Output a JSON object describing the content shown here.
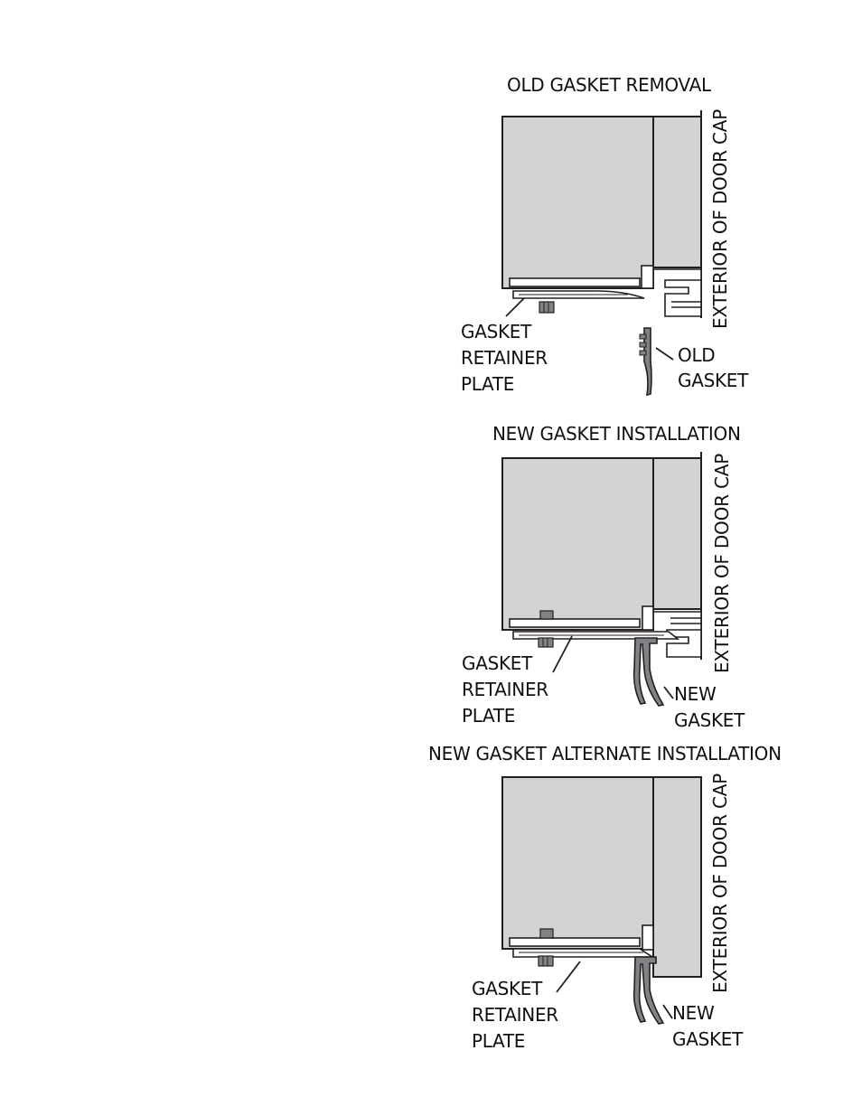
{
  "panels": [
    {
      "title": "OLD GASKET REMOVAL",
      "door_cap_label": "EXTERIOR OF DOOR CAP",
      "plate_label": [
        "GASKET",
        "RETAINER",
        "PLATE"
      ],
      "gasket_label": [
        "OLD",
        "GASKET"
      ]
    },
    {
      "title": "NEW GASKET INSTALLATION",
      "door_cap_label": "EXTERIOR OF DOOR CAP",
      "plate_label": [
        "GASKET",
        "RETAINER",
        "PLATE"
      ],
      "gasket_label": [
        "NEW",
        "GASKET"
      ]
    },
    {
      "title": "NEW GASKET ALTERNATE INSTALLATION",
      "door_cap_label": "EXTERIOR OF DOOR CAP",
      "plate_label": [
        "GASKET",
        "RETAINER",
        "PLATE"
      ],
      "gasket_label": [
        "NEW",
        "GASKET"
      ]
    }
  ],
  "colors": {
    "door_fill": "#d1d3d4",
    "outline": "#231f20",
    "gasket_fill": "#808285",
    "part_fill": "#ffffff"
  }
}
